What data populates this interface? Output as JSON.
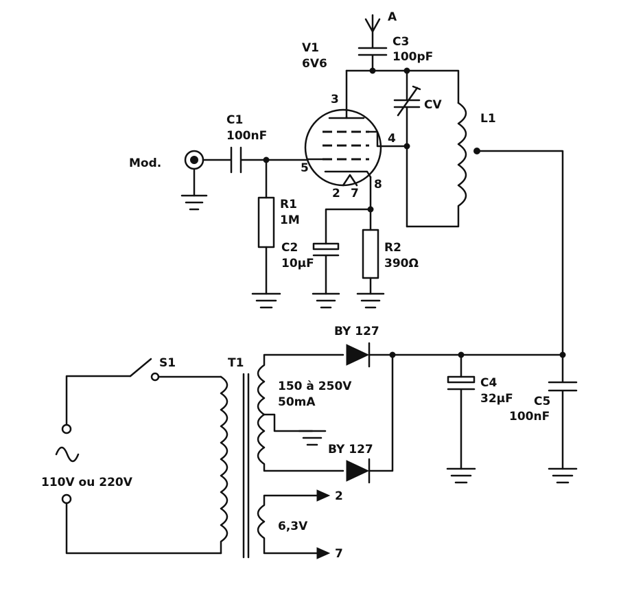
{
  "antenna": {
    "label": "A"
  },
  "tube": {
    "ref": "V1",
    "type": "6V6",
    "pin_plate": "3",
    "pin_screen": "4",
    "pin_grid": "5",
    "pin_heater_a": "2",
    "pin_heater_b": "7",
    "pin_cathode": "8"
  },
  "c3": {
    "ref": "C3",
    "value": "100pF"
  },
  "cv": {
    "ref": "CV"
  },
  "l1": {
    "ref": "L1"
  },
  "c1": {
    "ref": "C1",
    "value": "100nF"
  },
  "mod_input": {
    "label": "Mod."
  },
  "r1": {
    "ref": "R1",
    "value": "1M"
  },
  "c2": {
    "ref": "C2",
    "value": "10µF"
  },
  "r2": {
    "ref": "R2",
    "value": "390Ω"
  },
  "d1": {
    "ref": "BY 127"
  },
  "d2": {
    "ref": "BY 127"
  },
  "c4": {
    "ref": "C4",
    "value": "32µF"
  },
  "c5": {
    "ref": "C5",
    "value": "100nF"
  },
  "s1": {
    "ref": "S1"
  },
  "t1": {
    "ref": "T1",
    "hv_winding": "150 à 250V",
    "hv_current": "50mA",
    "heater_winding": "6,3V",
    "heater_out_a": "2",
    "heater_out_b": "7"
  },
  "mains": {
    "label": "110V ou 220V"
  }
}
